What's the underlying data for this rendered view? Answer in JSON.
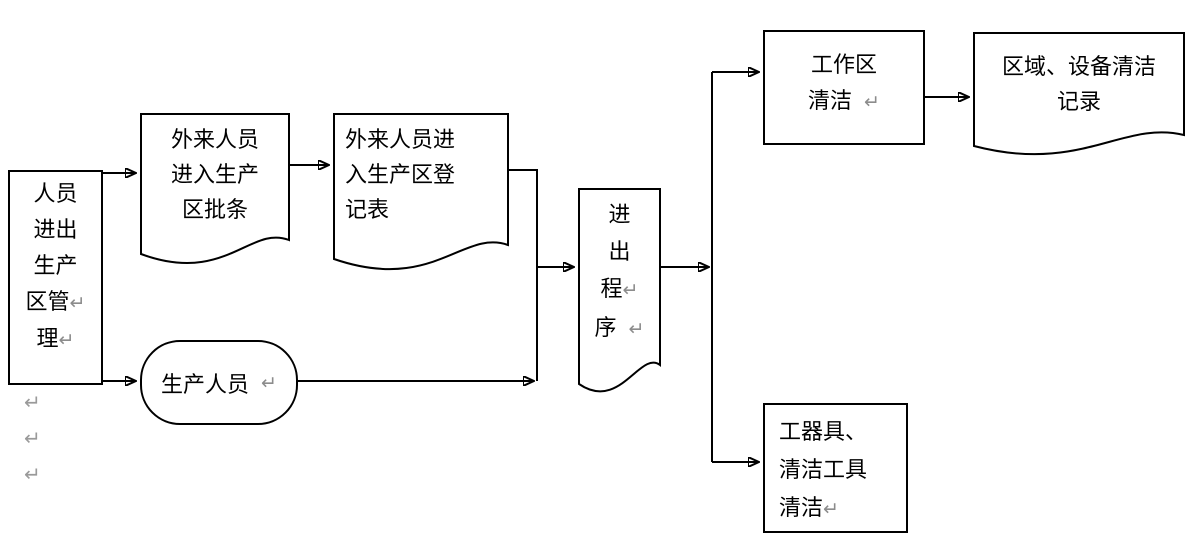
{
  "glyphs": {
    "line_break": "↵"
  },
  "colors": {
    "stroke": "#000000",
    "mark_gray": "#8c8c8c"
  },
  "nodes": {
    "entry": {
      "lines": [
        "人员",
        "进出",
        "生产",
        "区管",
        "理"
      ]
    },
    "slip": {
      "lines": [
        "外来人员",
        "进入生产",
        "区批条"
      ]
    },
    "register": {
      "lines": [
        "外来人员进",
        "入生产区登",
        "记表"
      ]
    },
    "staff": {
      "label": "生产人员"
    },
    "procedure": {
      "lines": [
        "进",
        "出",
        "程",
        "序"
      ]
    },
    "workspace": {
      "lines": [
        "工作区",
        "清洁"
      ]
    },
    "record": {
      "lines": [
        "区域、设备清洁",
        "记录"
      ]
    },
    "tools": {
      "lines": [
        "工器具、",
        "清洁工具",
        "清洁"
      ]
    }
  },
  "edges": [
    {
      "from": "entry",
      "to": "slip"
    },
    {
      "from": "slip",
      "to": "register"
    },
    {
      "from": "entry",
      "to": "staff"
    },
    {
      "from": "register",
      "to": "procedure"
    },
    {
      "from": "staff",
      "to": "procedure"
    },
    {
      "from": "procedure",
      "to": "workspace"
    },
    {
      "from": "procedure",
      "to": "tools"
    },
    {
      "from": "workspace",
      "to": "record"
    }
  ]
}
